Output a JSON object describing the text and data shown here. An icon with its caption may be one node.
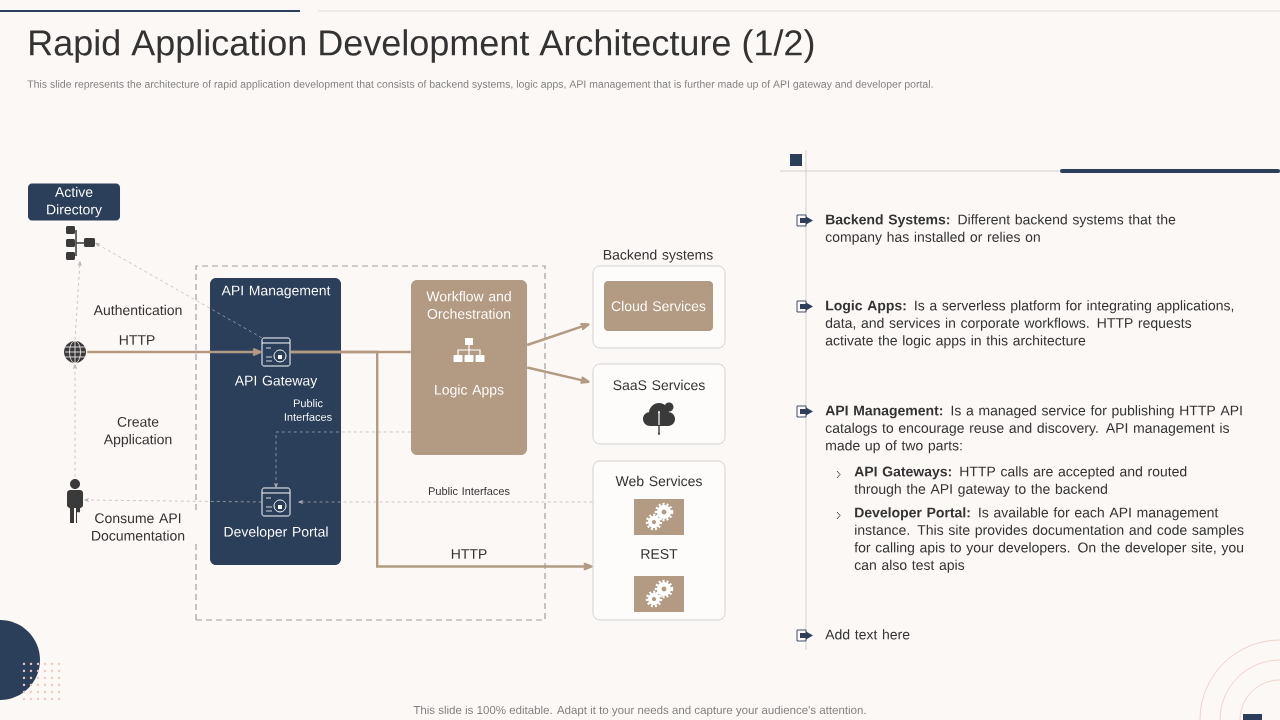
{
  "diagram": {
    "title": "Rapid Application Development Architecture (1/2)",
    "caption": "This slide represents the architecture of rapid application development that consists of backend systems, logic apps, API management that is further made up of API  gateway and developer portal.",
    "nodes": [
      {
        "text": [
          "Active Directory"
        ]
      },
      {
        "text": [],
        "shape": "picture"
      },
      {
        "text": [],
        "shape": "picture"
      },
      {
        "text": [],
        "shape": "person"
      },
      {
        "text": [],
        "shape": "box"
      },
      {
        "text": [
          "API Management"
        ],
        "in": 4
      },
      {
        "text": [
          "API Gateway"
        ],
        "in": 5
      },
      {
        "text": [
          "Developer Portal"
        ],
        "in": 5
      },
      {
        "text": [
          "Workflow and Orchestration",
          "Logic Apps"
        ],
        "in": 4
      },
      {
        "text": [
          "Backend systems"
        ]
      },
      {
        "text": [
          "Cloud Services"
        ],
        "in": 9
      },
      {
        "text": [
          "SaaS Services"
        ]
      },
      {
        "text": [
          "Web Services",
          "REST"
        ]
      }
    ],
    "edges": [
      {
        "from": 3,
        "to": 2,
        "arrow": "to",
        "style": "dashed",
        "label": "Create Application"
      },
      {
        "from": 2,
        "to": 1,
        "arrow": "to",
        "style": "dashed"
      },
      {
        "from": 6,
        "to": 1,
        "arrow": "to",
        "style": "dashed",
        "label": "Authentication"
      },
      {
        "from": 2,
        "to": 6,
        "arrow": "to",
        "color": "#b39a82",
        "label": "HTTP"
      },
      {
        "from": 7,
        "to": 3,
        "arrow": "to",
        "style": "dashed",
        "label": "Consume API Documentation"
      },
      {
        "from": 6,
        "to": 8,
        "arrow": "none",
        "color": "#b39a82"
      },
      {
        "from": 6,
        "to": 12,
        "arrow": "to",
        "color": "#b39a82",
        "label": "HTTP"
      },
      {
        "from": 8,
        "to": 9,
        "arrow": "to",
        "color": "#b39a82"
      },
      {
        "from": 8,
        "to": 11,
        "arrow": "to",
        "color": "#b39a82"
      },
      {
        "from": 8,
        "to": 7,
        "arrow": "to",
        "style": "dashed",
        "label": "Public Interfaces"
      },
      {
        "from": 12,
        "to": 7,
        "arrow": "to",
        "style": "dashed",
        "label": "Public Interfaces"
      }
    ],
    "labels": [
      "**Backend Systems:**  Different backend systems that the company has installed or relies on",
      "**Logic Apps:** Is a serverless platform for integrating applications, data, and services in corporate workflows. HTTP requests activate the logic apps in this architecture",
      "**API Management:** Is a managed service for publishing HTTP API catalogs to encourage reuse and discovery. API management is made up of two parts:",
      "**API Gateways:** HTTP calls are accepted and routed through the API gateway to the backend",
      "**Developer Portal:** Is available for each API management instance. This site provides documentation and code samples for calling apis to your developers. On the developer site, you can also test apis",
      "Add text here",
      "This slide is 100% editable. Adapt it to your needs and capture your audience's attention."
    ]
  }
}
